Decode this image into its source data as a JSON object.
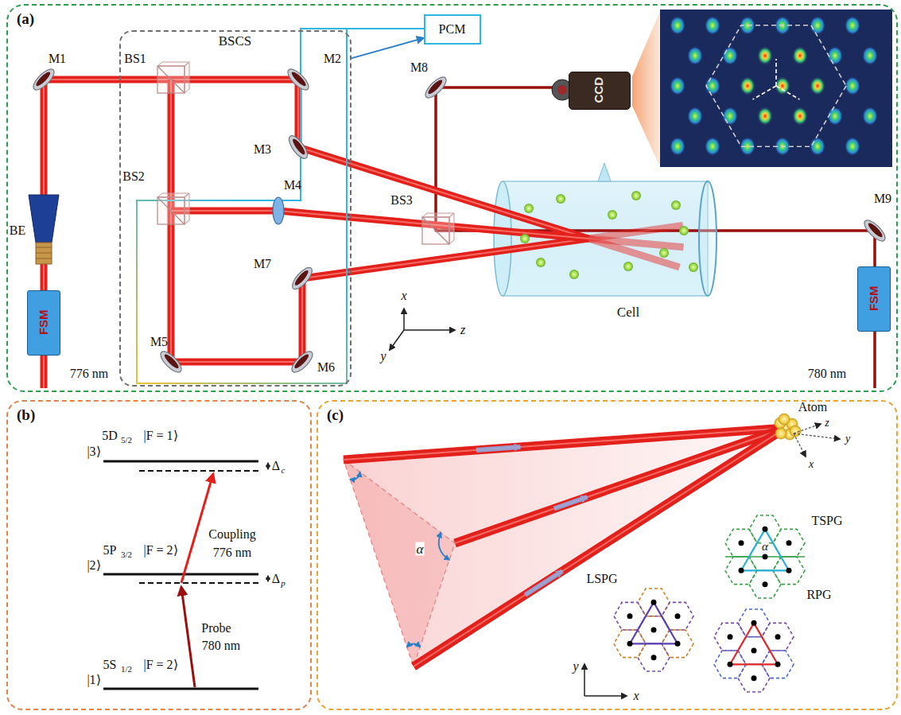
{
  "diagram": {
    "nodes": [
      {
        "text": [
          "(a)"
        ]
      },
      {
        "text": [
          "BSCS"
        ],
        "in": 0
      },
      {
        "text": [
          "PCM"
        ],
        "in": 0
      },
      {
        "text": [
          "FSM"
        ],
        "in": 0
      },
      {
        "text": [
          "FSM"
        ],
        "in": 0
      },
      {
        "text": [
          "CCD"
        ],
        "in": 0
      },
      {
        "text": [
          "(b)"
        ]
      },
      {
        "text": [
          "(c)"
        ]
      }
    ],
    "edges": [
      {
        "from": 1,
        "to": 2,
        "arrow": "to"
      }
    ],
    "labels": [
      "M1",
      "BS1",
      "M2",
      "M3",
      "BS2",
      "M4",
      "BS3",
      "M7",
      "M5",
      "M6",
      "M8",
      "M9",
      "BE",
      "776 nm",
      "780 nm",
      "x",
      "y",
      "z",
      "Cell",
      "5D",
      "5/2",
      "|F = 1⟩",
      "|3⟩",
      "Δ",
      "c",
      "5P",
      "3/2",
      "|F = 2⟩",
      "|2⟩",
      "Coupling",
      "776 nm",
      "Δ",
      "p",
      "Probe",
      "780 nm",
      "5S",
      "1/2",
      "|F = 2⟩",
      "|1⟩",
      "α",
      "Atom",
      "z",
      "y",
      "x",
      "TSPG",
      "α",
      "LSPG",
      "RPG",
      "y",
      "x"
    ]
  }
}
